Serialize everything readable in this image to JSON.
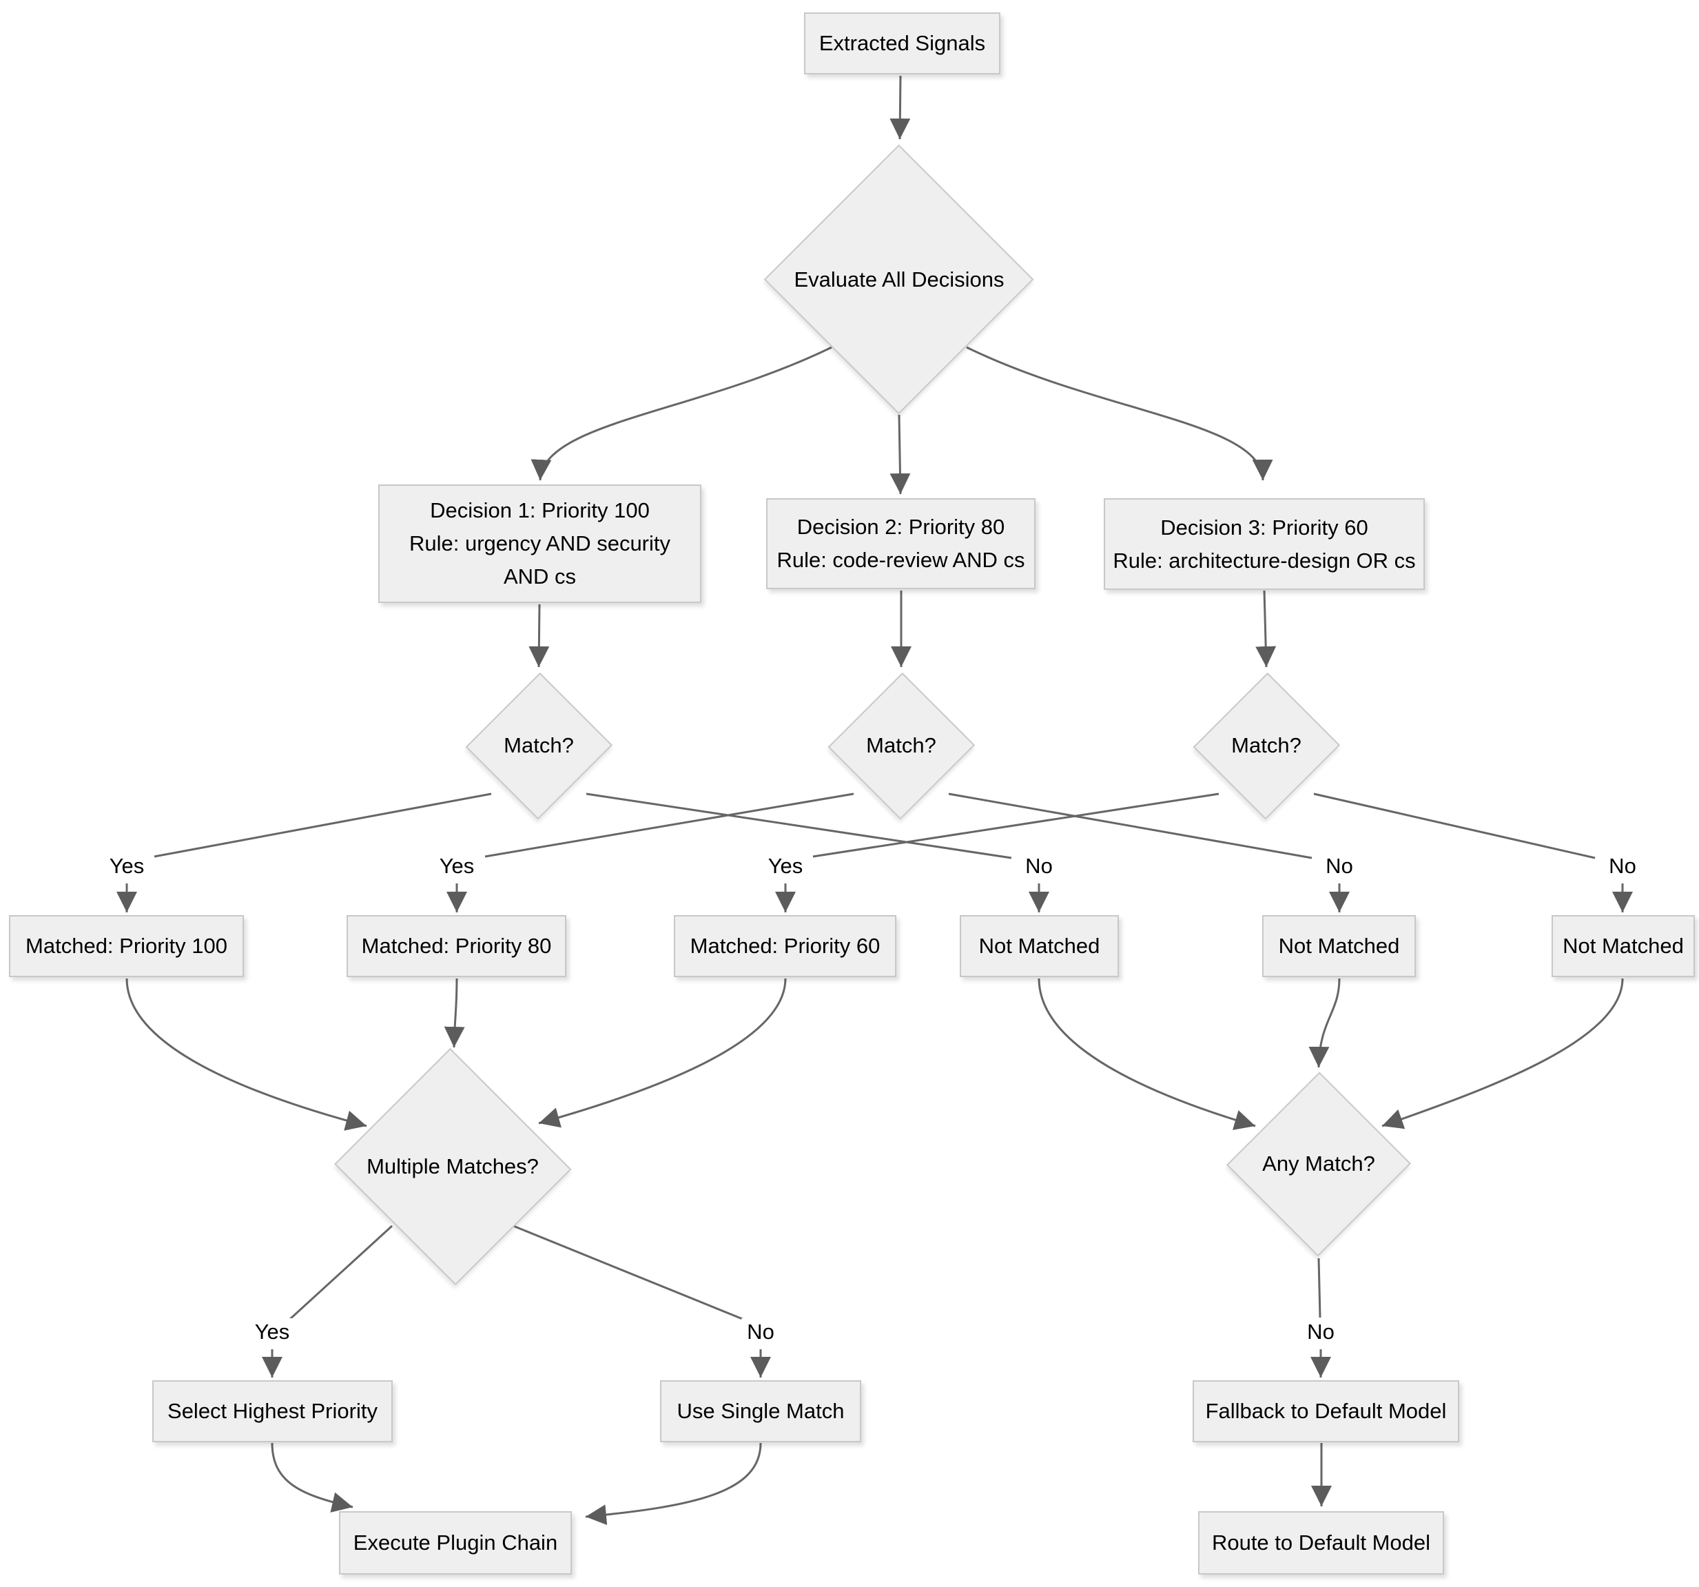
{
  "diagram": {
    "background_color": "#ffffff",
    "node_fill_color": "#efefef",
    "node_border_color": "#c8c8c8",
    "edge_color": "#666666",
    "arrowhead_color": "#5c5c5c",
    "text_color": "#000000",
    "nodes": {
      "extracted": {
        "label": "Extracted Signals",
        "shape": "rect"
      },
      "evaluate": {
        "label": "Evaluate All Decisions",
        "shape": "diamond"
      },
      "decision1": {
        "label": "Decision 1: Priority 100\nRule: urgency AND security\nAND cs",
        "shape": "rect"
      },
      "decision2": {
        "label": "Decision 2: Priority 80\nRule: code-review AND cs",
        "shape": "rect"
      },
      "decision3": {
        "label": "Decision 3: Priority 60\nRule: architecture-design OR cs",
        "shape": "rect"
      },
      "match1": {
        "label": "Match?",
        "shape": "diamond"
      },
      "match2": {
        "label": "Match?",
        "shape": "diamond"
      },
      "match3": {
        "label": "Match?",
        "shape": "diamond"
      },
      "matched100": {
        "label": "Matched: Priority 100",
        "shape": "rect"
      },
      "matched80": {
        "label": "Matched: Priority 80",
        "shape": "rect"
      },
      "matched60": {
        "label": "Matched: Priority 60",
        "shape": "rect"
      },
      "notmatched1": {
        "label": "Not Matched",
        "shape": "rect"
      },
      "notmatched2": {
        "label": "Not Matched",
        "shape": "rect"
      },
      "notmatched3": {
        "label": "Not Matched",
        "shape": "rect"
      },
      "multiple": {
        "label": "Multiple Matches?",
        "shape": "diamond"
      },
      "anymatch": {
        "label": "Any Match?",
        "shape": "diamond"
      },
      "select_highest": {
        "label": "Select Highest Priority",
        "shape": "rect"
      },
      "use_single": {
        "label": "Use Single Match",
        "shape": "rect"
      },
      "execute": {
        "label": "Execute Plugin Chain",
        "shape": "rect"
      },
      "fallback": {
        "label": "Fallback to Default Model",
        "shape": "rect"
      },
      "route_default": {
        "label": "Route to Default Model",
        "shape": "rect"
      }
    },
    "edge_labels": {
      "m1_yes": "Yes",
      "m2_yes": "Yes",
      "m3_yes": "Yes",
      "m1_no": "No",
      "m2_no": "No",
      "m3_no": "No",
      "multi_yes": "Yes",
      "multi_no": "No",
      "any_no": "No"
    },
    "connections": [
      "Extracted Signals -> Evaluate All Decisions",
      "Evaluate All Decisions -> Decision 1 / Decision 2 / Decision 3",
      "Decision 1 -> Match? (Yes -> Matched: Priority 100, No -> Not Matched)",
      "Decision 2 -> Match? (Yes -> Matched: Priority 80, No -> Not Matched)",
      "Decision 3 -> Match? (Yes -> Matched: Priority 60, No -> Not Matched)",
      "Matched nodes -> Multiple Matches? (Yes -> Select Highest Priority, No -> Use Single Match)",
      "Select Highest Priority / Use Single Match -> Execute Plugin Chain",
      "Not Matched nodes -> Any Match? (No -> Fallback to Default Model -> Route to Default Model)"
    ]
  }
}
